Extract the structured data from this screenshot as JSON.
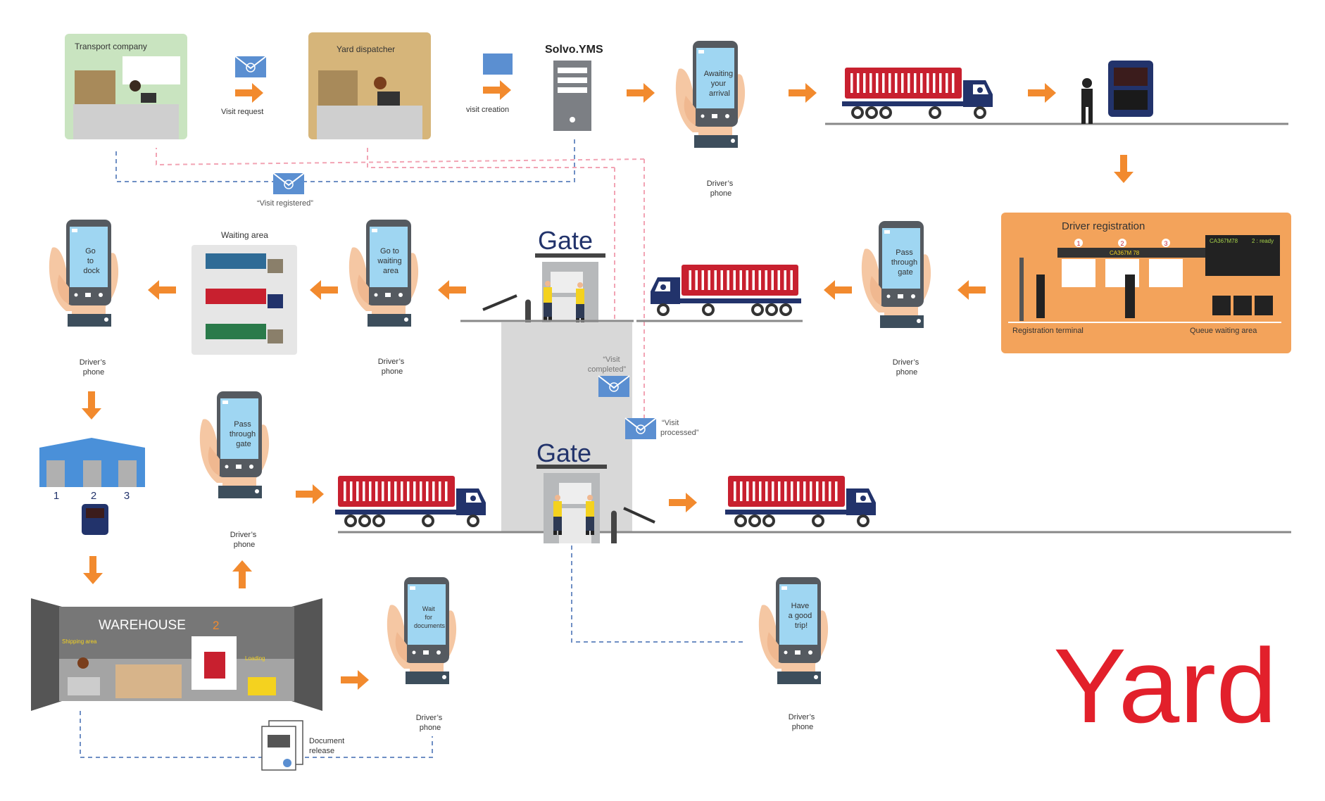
{
  "colors": {
    "orange": "#f28a2e",
    "trailer_red": "#c8202f",
    "cab_navy": "#22336b",
    "phone_screen": "#9fd6f2",
    "yard_red": "#e2202b",
    "dashed_blue": "#6f8fc4",
    "dashed_pink": "#f2a4b4",
    "green_panel": "#c9e4c0",
    "tan_panel": "#d6b57a",
    "registration_panel": "#f3a35b"
  },
  "top": {
    "transport_company": "Transport company",
    "yard_dispatcher": "Yard dispatcher",
    "visit_request": "Visit request",
    "visit_creation": "visit creation",
    "solvo": "Solvo.YMS",
    "visit_registered": "“Visit registered”"
  },
  "phones": {
    "awaiting": [
      "Awaiting",
      "your",
      "arrival"
    ],
    "go_to_dock": [
      "Go",
      "to",
      "dock"
    ],
    "go_to_waiting": [
      "Go to",
      "waiting",
      "area"
    ],
    "pass_gate_1": [
      "Pass",
      "through",
      "gate"
    ],
    "pass_gate_2": [
      "Pass",
      "through",
      "gate"
    ],
    "wait_docs": [
      "Wait",
      "for",
      "documents"
    ],
    "good_trip": [
      "Have",
      "a good",
      "trip!"
    ]
  },
  "drivers_phone": [
    "Driver’s",
    "phone"
  ],
  "waiting_area": "Waiting area",
  "gate": "Gate",
  "visit_completed": [
    "“Visit",
    "completed”"
  ],
  "visit_processed": [
    "“Visit",
    "processed”"
  ],
  "registration": {
    "title": "Driver registration",
    "terminal": "Registration terminal",
    "queue": "Queue waiting area",
    "windows": [
      "1",
      "2",
      "3"
    ],
    "plate": "CA367M 78",
    "board_left": "CA367M78",
    "board_right": "2 : ready"
  },
  "docks": [
    "1",
    "2",
    "3"
  ],
  "warehouse": {
    "title": "WAREHOUSE",
    "number": "2",
    "shipping": "Shipping area",
    "loading": "Loading"
  },
  "document_release": [
    "Document",
    "release"
  ],
  "yard": "Yard"
}
